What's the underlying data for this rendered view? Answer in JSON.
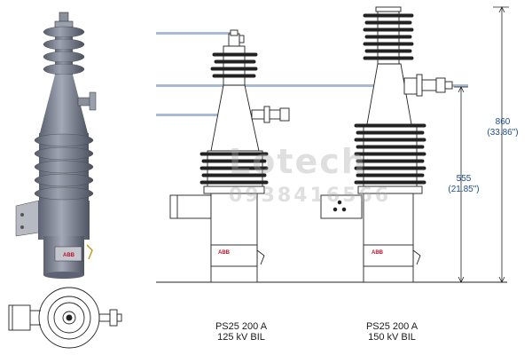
{
  "captions": {
    "left": {
      "model": "PS25 200 A",
      "rating": "125 kV BIL"
    },
    "right": {
      "model": "PS25 200 A",
      "rating": "150 kV BIL"
    }
  },
  "dimensions": {
    "total": {
      "metric": "860",
      "imperial": "(33.86\")"
    },
    "mounting": {
      "metric": "555",
      "imperial": "(21.85\")"
    }
  },
  "brand_badge": "ABB",
  "watermark": {
    "name": "Lotech",
    "phone": "0938416566"
  },
  "colors": {
    "porcelain_3d": "#7d8392",
    "cable": "#a9b9d6",
    "outline": "#222222",
    "dimension_text": "#1e4d8c"
  }
}
